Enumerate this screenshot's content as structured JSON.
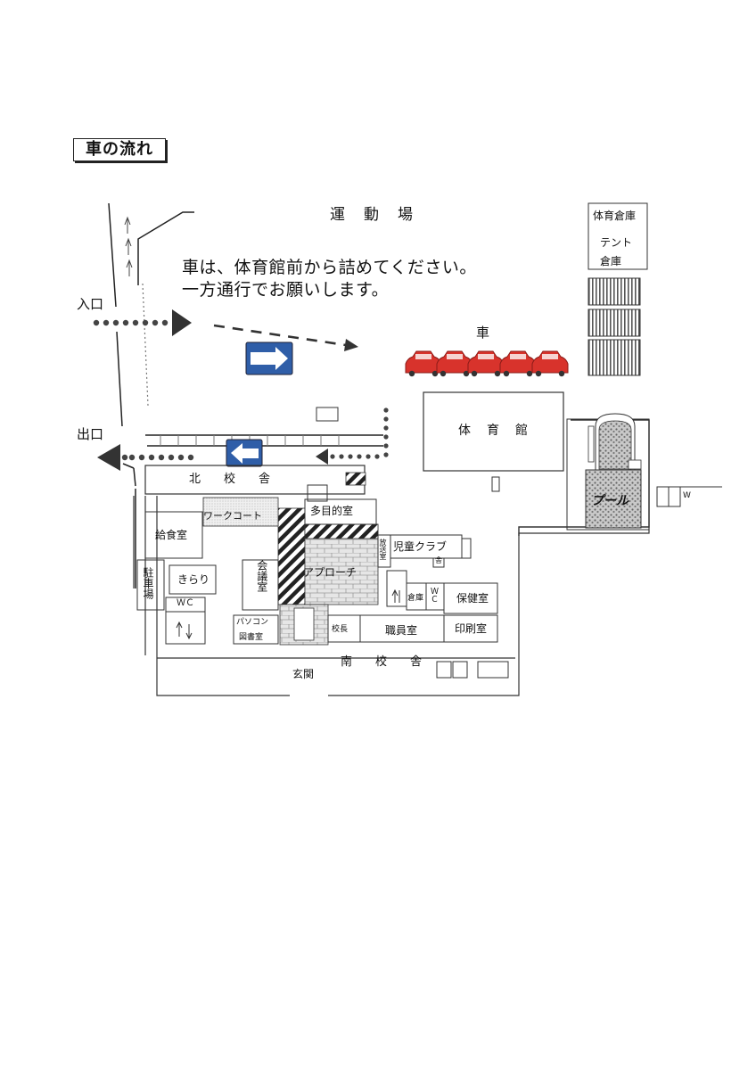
{
  "title": "車の流れ",
  "notice": {
    "line1": "車は、体育館前から詰めてください。",
    "line2": "一方通行でお願いします。"
  },
  "labels": {
    "entrance": "入口",
    "exit": "出口",
    "ground": "運　動　場",
    "cars": "車",
    "gym": "体　育　館",
    "pool": "プール",
    "gym_storage": "体育倉庫",
    "tent_storage_1": "テント",
    "tent_storage_2": "倉庫",
    "north_building": "北　　校　　舎",
    "south_building": "南　　校　　舎",
    "work_court": "ワークコート",
    "multipurpose": "多目的室",
    "school_lunch": "給食室",
    "parking_lot": "駐車場",
    "kirari": "きらり",
    "wc_left": "ＷＣ",
    "meeting_room": "会議室",
    "approach": "アプローチ",
    "broadcast_room": "放送室",
    "children_club": "児童クラブ",
    "children_club_sub": "舎",
    "storage": "倉庫",
    "wc_mid": "ＷＣ",
    "health_room": "保健室",
    "pc_room": "パソコン",
    "library": "図書室",
    "principal": "校長",
    "staff_room": "職員室",
    "print_room": "印刷室",
    "entrance_hall": "玄関",
    "wc_right": "W"
  },
  "colors": {
    "road_sign": "#2f5ea8",
    "car": "#d8332c",
    "hatch": "#333333"
  },
  "counts": {
    "cars_parked": 5
  }
}
